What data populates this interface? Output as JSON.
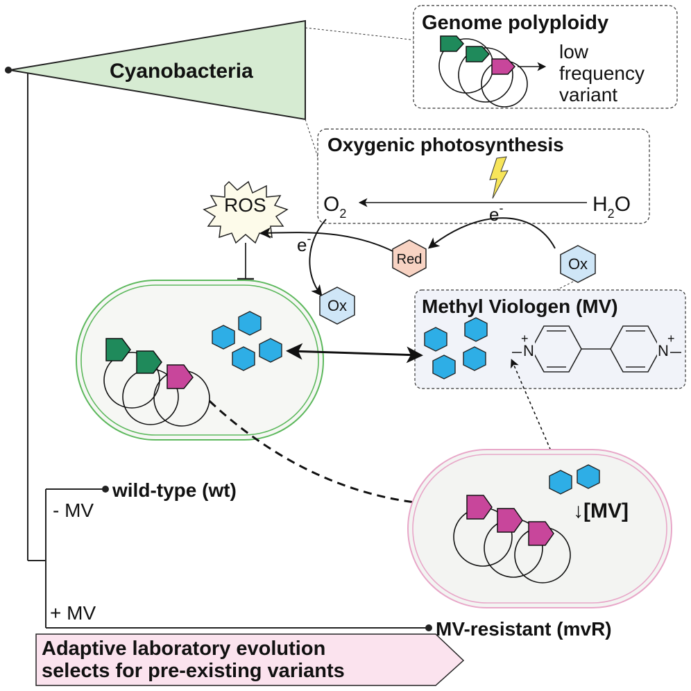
{
  "labels": {
    "cyanobacteria": "Cyanobacteria",
    "genome_title": "Genome polyploidy",
    "genome_line1": "low",
    "genome_line2": "frequency",
    "genome_line3": "variant",
    "photo_title": "Oxygenic photosynthesis",
    "ros": "ROS",
    "o2_main": "O",
    "o2_sub": "2",
    "h2o_h": "H",
    "h2o_sub": "2",
    "h2o_o": "O",
    "electron_e": "e",
    "electron_sup": "-",
    "red": "Red",
    "ox": "Ox",
    "mv_title": "Methyl Viologen (MV)",
    "n_plus_left_charge": "+",
    "n_plus_left_N": "N",
    "n_plus_right_charge": "+",
    "n_plus_right_N": "N",
    "reduced_mv": "↓[MV]",
    "wild_type": "wild-type (wt)",
    "minus_mv": "- MV",
    "plus_mv": "+ MV",
    "mv_resistant": "MV-resistant (mvR)",
    "banner_line1": "Adaptive laboratory evolution",
    "banner_line2": "selects for pre-existing variants"
  },
  "colors": {
    "triangle_fill": "#d6ebd2",
    "green_variant": "#1f8a5b",
    "magenta_variant": "#c8469b",
    "mv_blue": "#2eaee6",
    "ox_fill": "#cfe6f7",
    "red_fill": "#f8d3c3",
    "wt_cell_stroke": "#5cb85c",
    "mvr_cell_stroke": "#e8a6c8",
    "cell_fill": "#f6f7f4",
    "bolt": "#f7e55a",
    "banner_fill": "#fbe3ee"
  }
}
